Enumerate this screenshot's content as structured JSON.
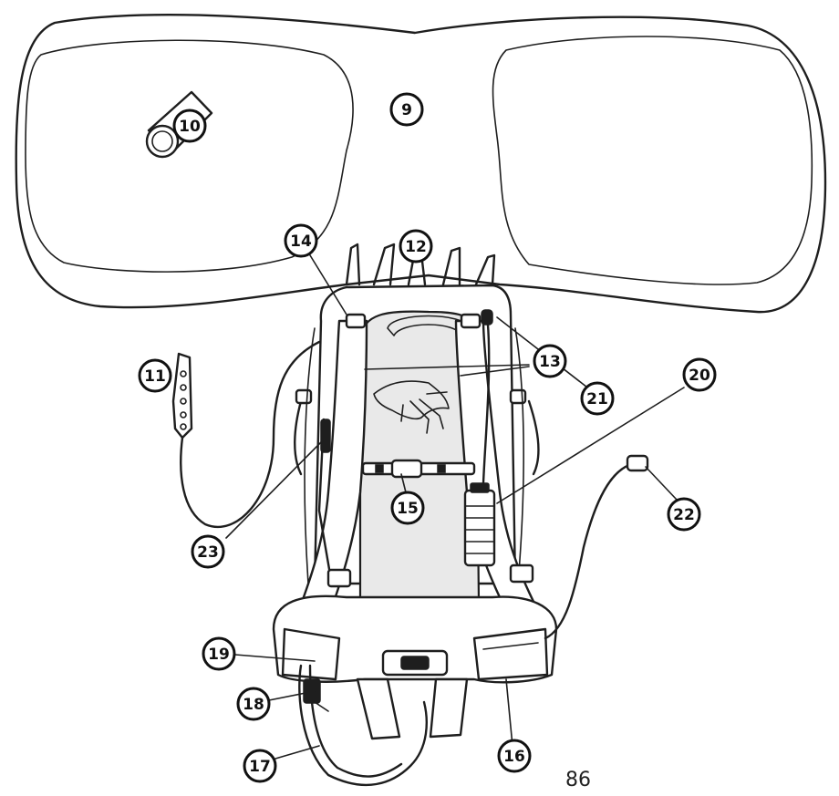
{
  "page_number": "86",
  "callouts": [
    {
      "id": "callout-9",
      "label": "9"
    },
    {
      "id": "callout-10",
      "label": "10"
    },
    {
      "id": "callout-11",
      "label": "11"
    },
    {
      "id": "callout-12",
      "label": "12"
    },
    {
      "id": "callout-13",
      "label": "13"
    },
    {
      "id": "callout-14",
      "label": "14"
    },
    {
      "id": "callout-15",
      "label": "15"
    },
    {
      "id": "callout-16",
      "label": "16"
    },
    {
      "id": "callout-17",
      "label": "17"
    },
    {
      "id": "callout-18",
      "label": "18"
    },
    {
      "id": "callout-19",
      "label": "19"
    },
    {
      "id": "callout-20",
      "label": "20"
    },
    {
      "id": "callout-21",
      "label": "21"
    },
    {
      "id": "callout-22",
      "label": "22"
    },
    {
      "id": "callout-23",
      "label": "23"
    }
  ]
}
